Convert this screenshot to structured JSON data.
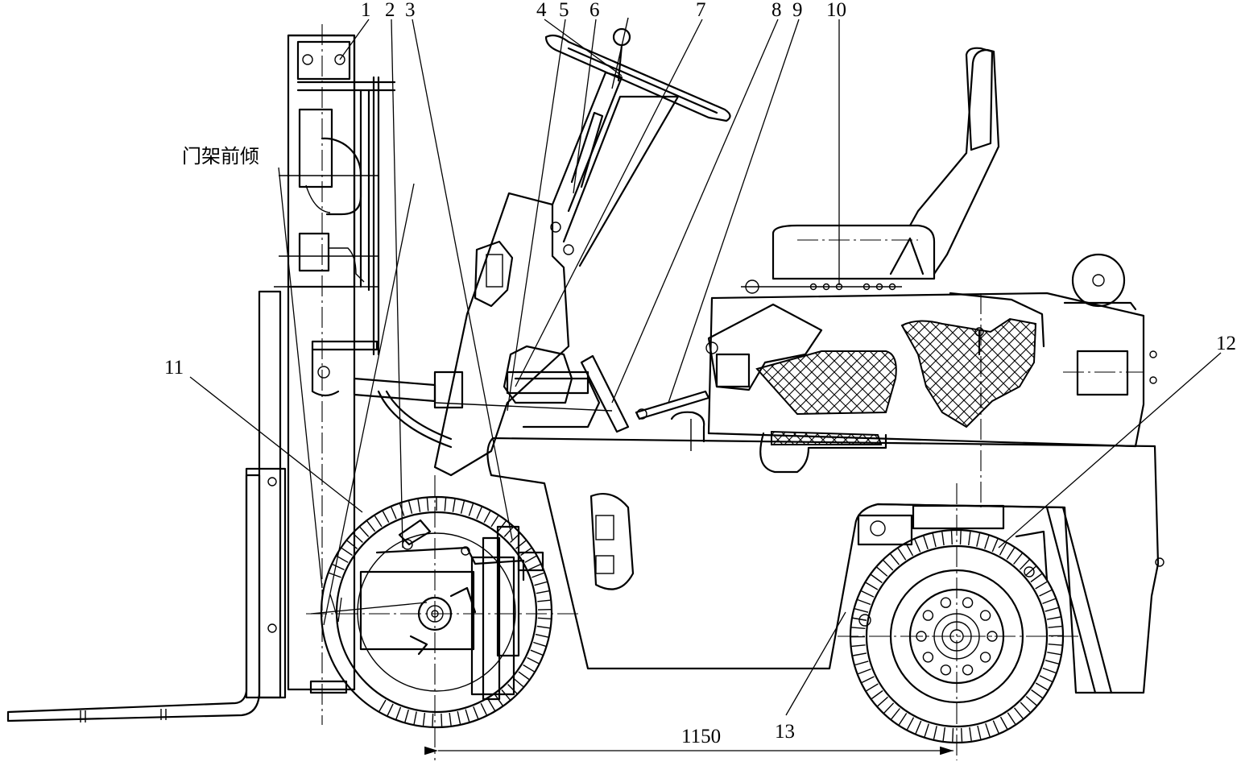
{
  "callouts": [
    "1",
    "2",
    "3",
    "4",
    "5",
    "6",
    "7",
    "8",
    "9",
    "10",
    "11",
    "12",
    "13"
  ],
  "annotation": "门架前倾",
  "dimension": "1150"
}
